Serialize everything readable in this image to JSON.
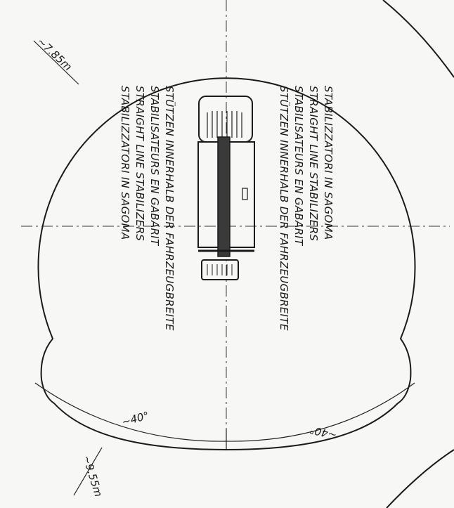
{
  "dimensions": {
    "radius_front": "~7.85m",
    "radius_rear": "~9.55m",
    "angle_left": "~40°",
    "angle_right": "~40°"
  },
  "note_left": {
    "lines": [
      "STÜTZEN INNERHALB DER FAHRZEUGBREITE",
      "STABILISATEURS EN GABARIT",
      "STRAIGHT LINE STABILIZERS",
      "STABILIZZATORI IN SAGOMA"
    ]
  },
  "note_right": {
    "lines": [
      "STABILIZZATORI IN SAGOMA",
      "STRAIGHT LINE STABILIZERS",
      "STABILISATEURS EN GABARIT",
      "STÜTZEN INNERHALB DER FAHRZEUGBREITE"
    ]
  },
  "colors": {
    "line": "#1a1a1a",
    "background": "#f7f7f5"
  }
}
